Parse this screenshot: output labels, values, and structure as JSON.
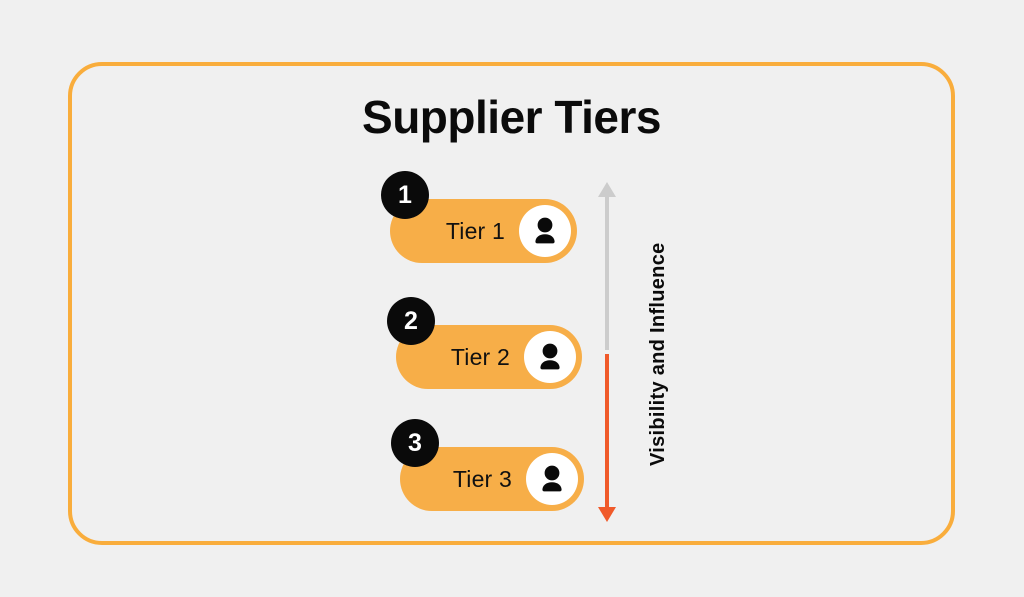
{
  "page": {
    "background_color": "#f0f0f0",
    "card_border_color": "#f9ad3c"
  },
  "header": {
    "title": "Supplier Tiers"
  },
  "diagram": {
    "type": "tier-hierarchy",
    "pill_color": "#f7ae48",
    "badge_color": "#0a0a0a",
    "avatar_icon": "person-icon",
    "tiers": [
      {
        "number": "1",
        "label": "Tier 1"
      },
      {
        "number": "2",
        "label": "Tier 2"
      },
      {
        "number": "3",
        "label": "Tier 3"
      }
    ],
    "axis": {
      "label": "Visibility and Influence",
      "up_arrow_color": "#cccccc",
      "down_arrow_color": "#f05a2a",
      "up_arrow_name": "arrow-up-icon",
      "down_arrow_name": "arrow-down-icon"
    }
  }
}
